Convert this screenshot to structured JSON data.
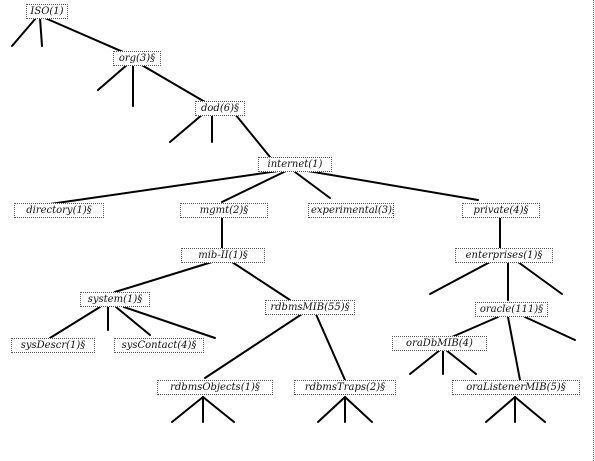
{
  "tree": {
    "nodes": {
      "iso": "ISO(1)",
      "org": "org(3)§",
      "dod": "dod(6)§",
      "internet": "internet(1)",
      "directory": "directory(1)§",
      "mgmt": "mgmt(2)§",
      "experimental": "experimental(3)§",
      "private": "private(4)§",
      "mib_ii": "mib-II(1)§",
      "enterprises": "enterprises(1)§",
      "system": "system(1)§",
      "rdbms_mib": "rdbmsMIB(55)§",
      "oracle": "oracle(111)§",
      "sys_descr": "sysDescr(1)§",
      "sys_contact": "sysContact(4)§",
      "ora_db_mib": "oraDbMIB(4)",
      "rdbms_objects": "rdbmsObjects(1)§",
      "rdbms_traps": "rdbmsTraps(2)§",
      "ora_listener_mib": "oraListenerMIB(5)§"
    }
  },
  "colors": {
    "edge": "#000000",
    "node_border": "#555555",
    "background": "#ffffff"
  }
}
